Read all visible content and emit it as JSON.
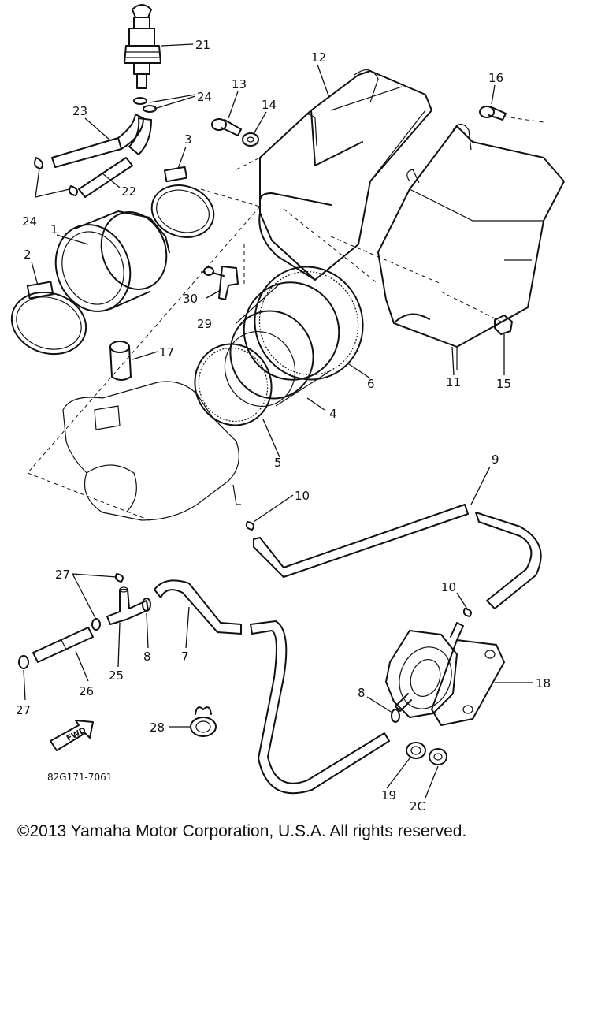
{
  "diagram": {
    "callouts": {
      "c1": "1",
      "c2": "2",
      "c3": "3",
      "c4": "4",
      "c5": "5",
      "c6": "6",
      "c7": "7",
      "c8a": "8",
      "c8b": "8",
      "c9": "9",
      "c10a": "10",
      "c10b": "10",
      "c11": "11",
      "c12": "12",
      "c13": "13",
      "c14": "14",
      "c15": "15",
      "c16": "16",
      "c17": "17",
      "c18": "18",
      "c19": "19",
      "c20": "2C",
      "c21": "21",
      "c22": "22",
      "c23": "23",
      "c24a": "24",
      "c24b": "24",
      "c25": "25",
      "c26": "26",
      "c27a": "27",
      "c27b": "27",
      "c28": "28",
      "c29": "29",
      "c30": "30"
    },
    "direction_label": "FWD",
    "drawing_code": "82G171-7061"
  },
  "footer": {
    "copyright": "©2013 Yamaha Motor Corporation, U.S.A. All rights reserved."
  }
}
